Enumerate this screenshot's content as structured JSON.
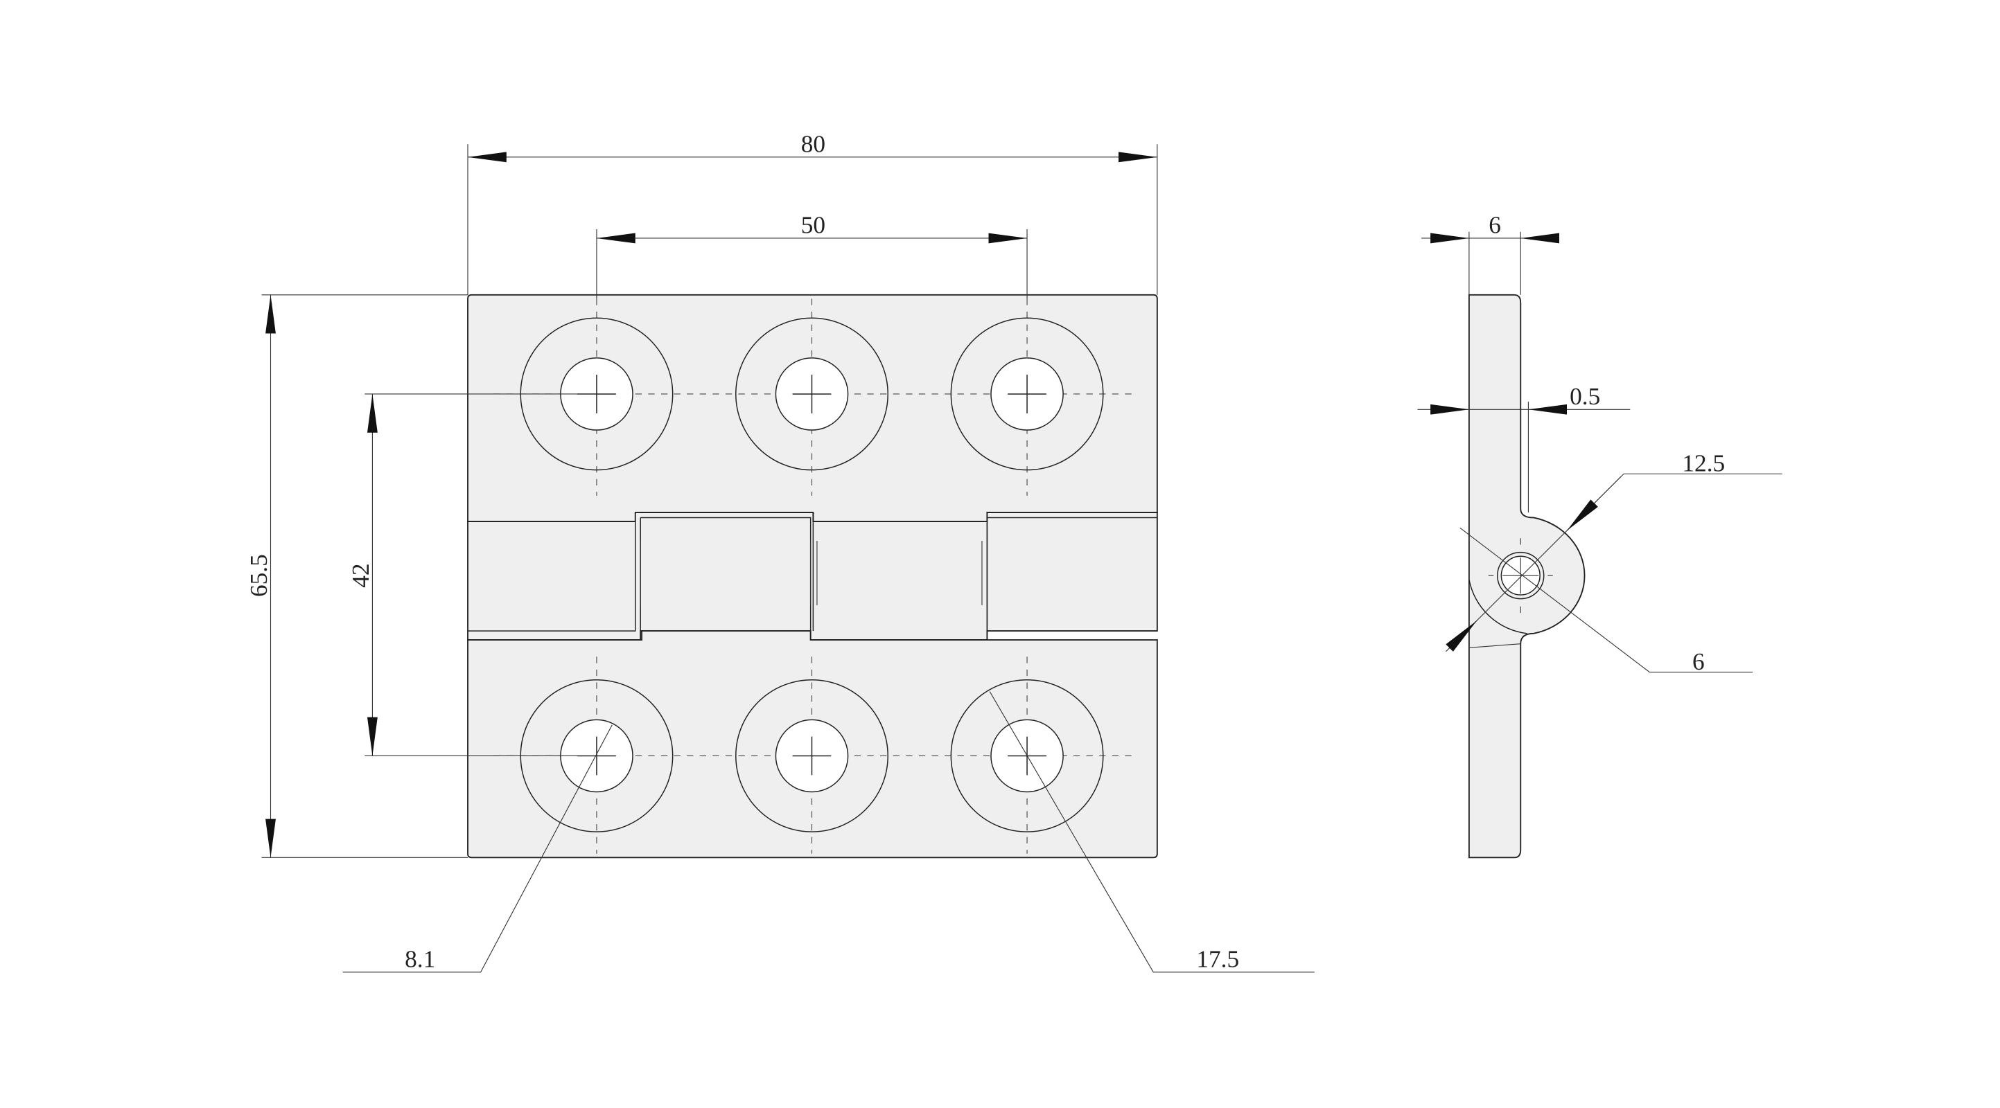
{
  "drawing": {
    "front_view": {
      "overall_width": "80",
      "hole_spacing_horizontal": "50",
      "overall_height": "65.5",
      "hole_spacing_vertical": "42",
      "hole_diameter": "8.1",
      "counterbore_diameter": "17.5"
    },
    "side_view": {
      "thickness": "6",
      "gap": "0.5",
      "knuckle_diameter": "12.5",
      "pin_diameter": "6"
    }
  }
}
